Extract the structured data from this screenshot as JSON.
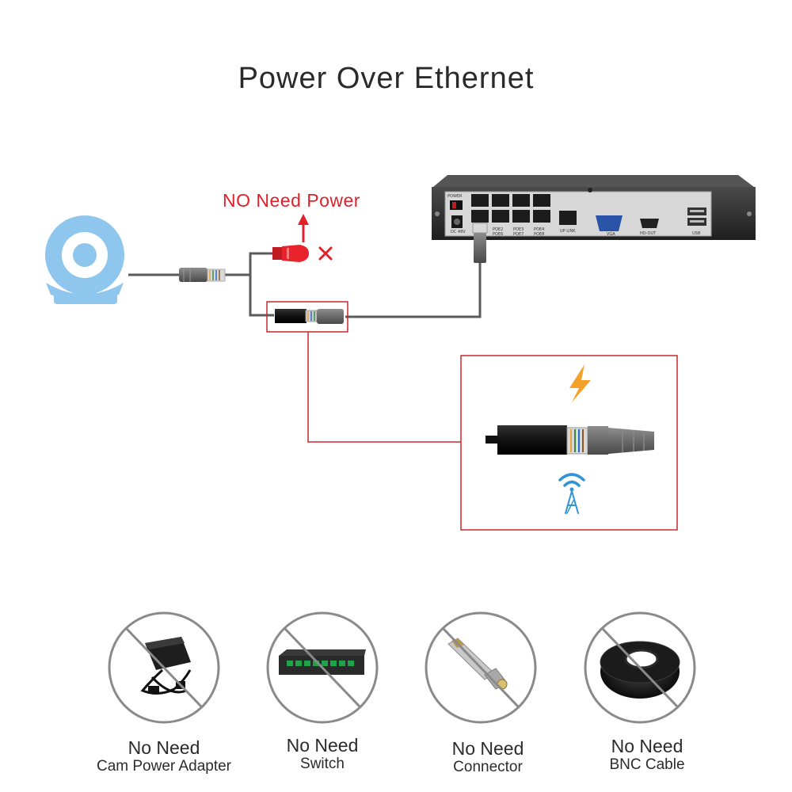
{
  "title": "Power Over Ethernet",
  "no_power_label": "NO Need Power",
  "nvr": {
    "power_label": "POWER",
    "dc_label": "DC 48V",
    "port_labels": [
      "POE2 POE6",
      "POE3 POE7",
      "POE4 POE8"
    ],
    "uplink_label": "UP LINK",
    "vga_label": "VGA",
    "hd_label": "HD-OUT",
    "usb_label": "USB"
  },
  "not_needed": [
    {
      "line1": "No Need",
      "line2": "Cam Power Adapter",
      "icon": "power-adapter-icon"
    },
    {
      "line1": "No Need",
      "line2": "Switch",
      "icon": "network-switch-icon"
    },
    {
      "line1": "No Need",
      "line2": "Connector",
      "icon": "bnc-connector-icon"
    },
    {
      "line1": "No Need",
      "line2": "BNC Cable",
      "icon": "bnc-cable-icon"
    }
  ],
  "colors": {
    "camera": "#8fc6ee",
    "cable": "#555555",
    "highlight": "#c8282e",
    "bolt": "#f4a12a",
    "signal": "#2f95d8",
    "red_plug": "#e8232b"
  }
}
